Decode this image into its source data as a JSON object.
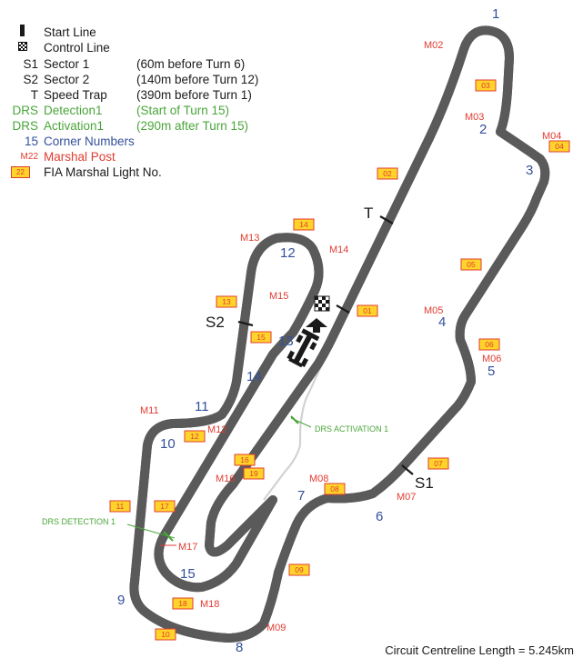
{
  "legend": {
    "start_line": {
      "label": "Start Line"
    },
    "control_line": {
      "label": "Control Line"
    },
    "s1": {
      "key": "S1",
      "label": "Sector 1",
      "note": "(60m before Turn 6)"
    },
    "s2": {
      "key": "S2",
      "label": "Sector 2",
      "note": "(140m before Turn 12)"
    },
    "t": {
      "key": "T",
      "label": "Speed Trap",
      "note": "(390m before Turn 1)"
    },
    "drs_det": {
      "key": "DRS",
      "label": "Detection1",
      "note": "(Start of Turn 15)"
    },
    "drs_act": {
      "key": "DRS",
      "label": "Activation1",
      "note": "(290m after Turn 15)"
    },
    "corner": {
      "key": "15",
      "label": "Corner Numbers"
    },
    "marshal_post": {
      "key": "M22",
      "label": "Marshal Post"
    },
    "marshal_light": {
      "key": "22",
      "label": "FIA Marshal Light No."
    }
  },
  "footer": "Circuit Centreline Length = 5.245km",
  "colors": {
    "track": "#b4b4b4",
    "corner": "#33509b",
    "marshal": "#e03c31",
    "drs": "#4aa63a",
    "light_fill": "#ffd42a",
    "text": "#1a1a1a"
  },
  "track_labels": {
    "sector_1": "S1",
    "sector_2": "S2",
    "speed_trap": "T",
    "drs_detection": "DRS DETECTION 1",
    "drs_activation": "DRS ACTIVATION 1"
  },
  "icons": {
    "control_line": "checkered-flag-icon",
    "car": "f1-car-icon",
    "grid_arrow": "direction-arrow-icon"
  },
  "corners": [
    "1",
    "2",
    "3",
    "4",
    "5",
    "6",
    "7",
    "8",
    "9",
    "10",
    "11",
    "12",
    "13",
    "14",
    "15"
  ],
  "marshal_posts": [
    "M02",
    "M03",
    "M04",
    "M05",
    "M06",
    "M07",
    "M08",
    "M09",
    "M11",
    "M12",
    "M13",
    "M14",
    "M15",
    "M16",
    "M17",
    "M18"
  ],
  "marshal_lights": [
    "01",
    "02",
    "03",
    "04",
    "05",
    "06",
    "07",
    "08",
    "09",
    "10",
    "11",
    "12",
    "13",
    "14",
    "15",
    "16",
    "17",
    "18",
    "19"
  ]
}
